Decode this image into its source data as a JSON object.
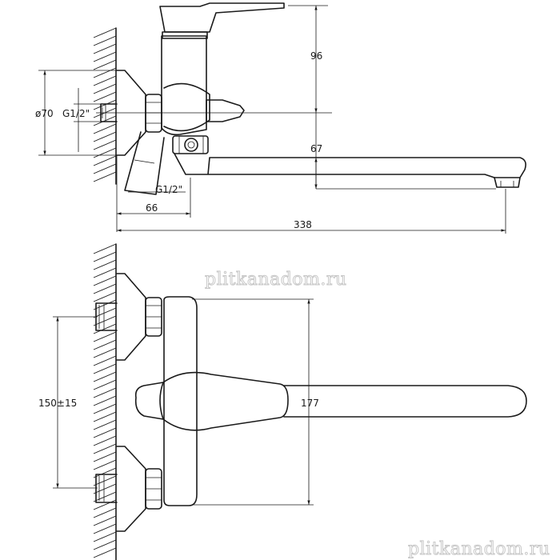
{
  "dimensions": {
    "top_view": {
      "height_96": "96",
      "spout_67": "67",
      "diameter_70": "ø70",
      "thread_top": "G1/2\"",
      "thread_bottom": "G1/2\"",
      "offset_66": "66",
      "total_338": "338"
    },
    "bottom_view": {
      "centers": "150±15",
      "length_177": "177"
    }
  },
  "watermarks": {
    "center": "plitkanadom.ru",
    "corner": "plitkanadom.ru"
  }
}
